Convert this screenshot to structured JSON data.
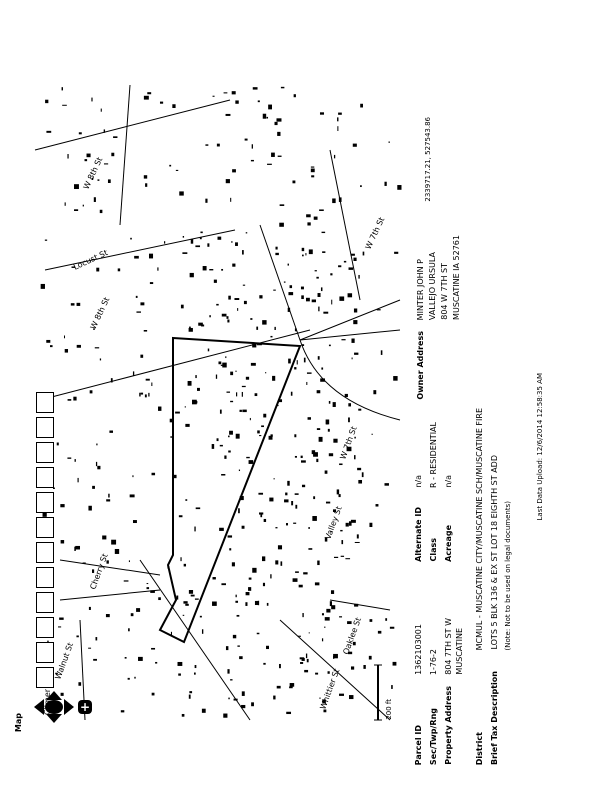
{
  "map": {
    "title": "Map",
    "scale_label": "200 ft",
    "coordinates": "2339717.21, 527543.86",
    "streets": [
      "W 8th St",
      "Locust St",
      "W 8th St",
      "W 7th St",
      "Cherry St",
      "Walnut St",
      "W 7th St",
      "Valley St",
      "Whittier St",
      "Oaklee St",
      "Climer St"
    ],
    "controls": {
      "pan": "pan-arrows",
      "zoom_in": "+",
      "zoom_levels": 12
    }
  },
  "parcel": {
    "parcel_id_label": "Parcel ID",
    "parcel_id": "1362103001",
    "sec_label": "Sec/Twp/Rng",
    "sec": "1-76-2",
    "address_label": "Property Address",
    "address_1": "804 7TH ST W",
    "address_2": "MUSCATINE",
    "alt_id_label": "Alternate ID",
    "alt_id": "n/a",
    "class_label": "Class",
    "class": "R - RESIDENTIAL",
    "acreage_label": "Acreage",
    "acreage": "n/a",
    "district_label": "District",
    "district": "MCMUL - MUSCATINE CITY/MUSCATINE SCH/MUSCATINE FIRE",
    "tax_label": "Brief Tax Description",
    "tax": "LOTS 5 BLK 136 & EX ST LOT 18 EIGHTH ST ADD",
    "tax_note": "(Note: Not to be used on legal documents)"
  },
  "owner": {
    "label": "Owner Address",
    "lines": [
      "MINTER JOHN P",
      "VALLEJO URSULA",
      "804 W 7TH ST",
      "MUSCATINE IA 52761"
    ]
  },
  "footer": {
    "last_upload": "Last Data Upload: 12/6/2014 12:58:35 AM"
  }
}
